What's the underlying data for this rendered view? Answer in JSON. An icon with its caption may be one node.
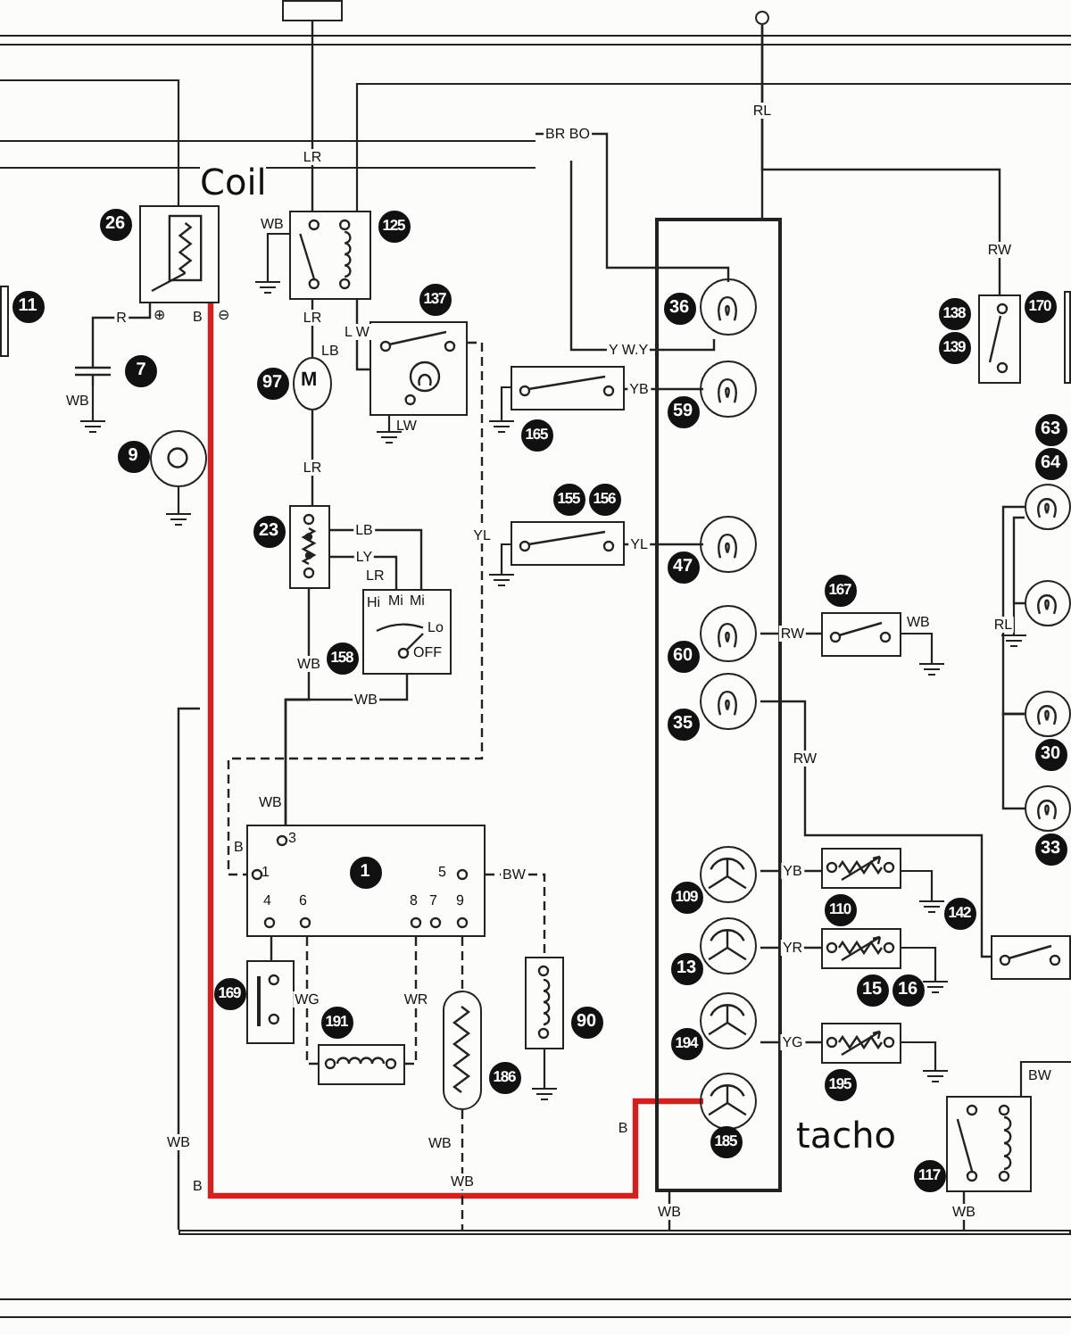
{
  "diagram": {
    "nodes": [
      {
        "text": [
          "26"
        ],
        "beside": [
          "Coil"
        ]
      },
      {
        "text": [
          "11"
        ]
      },
      {
        "text": [
          "7"
        ]
      },
      {
        "text": [
          "9"
        ]
      },
      {
        "text": [
          "125"
        ]
      },
      {
        "text": [
          "97",
          "M"
        ]
      },
      {
        "text": [
          "137"
        ],
        "beside": [
          "LW"
        ]
      },
      {
        "text": [
          "23"
        ]
      },
      {
        "text": [
          "158",
          "Hi",
          "Mi",
          "Mi",
          "Lo",
          "OFF"
        ]
      },
      {
        "text": [
          "1",
          "3",
          "1",
          "4",
          "6",
          "8",
          "7",
          "9",
          "5"
        ]
      },
      {
        "text": [
          "169"
        ]
      },
      {
        "text": [
          "191"
        ]
      },
      {
        "text": [
          "186"
        ]
      },
      {
        "text": [
          "90"
        ]
      },
      {
        "text": [],
        "shape": "box"
      },
      {
        "text": [
          "36"
        ],
        "in": 14
      },
      {
        "text": [
          "59"
        ],
        "in": 14
      },
      {
        "text": [
          "47"
        ],
        "in": 14
      },
      {
        "text": [
          "60"
        ],
        "in": 14
      },
      {
        "text": [
          "35"
        ],
        "in": 14
      },
      {
        "text": [
          "109"
        ],
        "in": 14
      },
      {
        "text": [
          "13"
        ],
        "in": 14
      },
      {
        "text": [
          "194"
        ],
        "in": 14
      },
      {
        "text": [
          "185"
        ],
        "in": 14,
        "beside": [
          "tacho"
        ]
      },
      {
        "text": [
          "165"
        ]
      },
      {
        "text": [
          "155",
          "156"
        ]
      },
      {
        "text": [
          "167"
        ],
        "beside": [
          "WB"
        ]
      },
      {
        "text": [
          "110"
        ]
      },
      {
        "text": [
          "15",
          "16"
        ]
      },
      {
        "text": [
          "195"
        ]
      },
      {
        "text": [
          "138",
          "139"
        ]
      },
      {
        "text": [
          "170"
        ]
      },
      {
        "text": [
          "63",
          "64"
        ]
      },
      {
        "text": [],
        "shape": "circle"
      },
      {
        "text": [
          "30"
        ]
      },
      {
        "text": [
          "33"
        ]
      },
      {
        "text": [
          "142"
        ]
      },
      {
        "text": [
          "117"
        ]
      },
      {
        "text": [],
        "shape": "box"
      },
      {
        "text": [],
        "shape": "circle"
      },
      {
        "text": [],
        "shape": "bar"
      }
    ],
    "edges": [
      {
        "from": 38,
        "to": 4,
        "arrow": "none",
        "label": "LR"
      },
      {
        "from": 4,
        "to": 5,
        "arrow": "none",
        "label": "LR"
      },
      {
        "from": 4,
        "to": 6,
        "arrow": "none",
        "label": "L W"
      },
      {
        "from": 5,
        "to": 7,
        "arrow": "none",
        "label": "LR"
      },
      {
        "from": 7,
        "to": 8,
        "arrow": "none",
        "label": "LB"
      },
      {
        "from": 7,
        "to": 8,
        "arrow": "none",
        "label": "LY"
      },
      {
        "from": 7,
        "to": 9,
        "arrow": "none",
        "label": "WB"
      },
      {
        "from": 8,
        "to": 9,
        "arrow": "none",
        "label": "WB"
      },
      {
        "from": 6,
        "to": 9,
        "arrow": "none",
        "label": "YL",
        "style": "dashed"
      },
      {
        "from": 0,
        "to": 23,
        "arrow": "none",
        "label": "B",
        "style": "thick",
        "color": "#d42020"
      },
      {
        "from": 9,
        "to": 10,
        "arrow": "none"
      },
      {
        "from": 9,
        "to": 11,
        "arrow": "none",
        "label": "WG",
        "style": "dashed"
      },
      {
        "from": 9,
        "to": 11,
        "arrow": "none",
        "label": "WR",
        "style": "dashed"
      },
      {
        "from": 9,
        "to": 12,
        "arrow": "none",
        "style": "dashed"
      },
      {
        "from": 9,
        "to": 13,
        "arrow": "none",
        "label": "BW",
        "style": "dashed"
      },
      {
        "from": 0,
        "to": 2,
        "arrow": "none",
        "label": "R"
      },
      {
        "from": 24,
        "to": 16,
        "arrow": "none",
        "label": "YB"
      },
      {
        "from": 25,
        "to": 17,
        "arrow": "none",
        "label": "YL"
      },
      {
        "from": 18,
        "to": 26,
        "arrow": "none",
        "label": "RW"
      },
      {
        "from": 19,
        "to": 36,
        "arrow": "none",
        "label": "RW"
      },
      {
        "from": 20,
        "to": 27,
        "arrow": "none",
        "label": "YB"
      },
      {
        "from": 21,
        "to": 28,
        "arrow": "none",
        "label": "YR"
      },
      {
        "from": 22,
        "to": 29,
        "arrow": "none",
        "label": "YG"
      },
      {
        "from": 39,
        "to": 14,
        "arrow": "none",
        "label": "RL"
      },
      {
        "from": 39,
        "to": 30,
        "arrow": "none",
        "label": "RW"
      },
      {
        "from": 32,
        "to": 34,
        "arrow": "none",
        "label": "RL"
      },
      {
        "from": 34,
        "to": 35,
        "arrow": "none"
      },
      {
        "from": 32,
        "to": 33,
        "arrow": "none"
      },
      {
        "from": null,
        "to": 15,
        "arrow": "none",
        "label": "BR BO"
      },
      {
        "from": null,
        "to": 15,
        "arrow": "none",
        "label": "Y W.Y"
      },
      {
        "from": 12,
        "to": 40,
        "arrow": "none",
        "label": "WB",
        "style": "dashed"
      },
      {
        "from": 14,
        "to": 40,
        "arrow": "none",
        "label": "WB"
      },
      {
        "from": 37,
        "to": 40,
        "arrow": "none",
        "label": "WB"
      },
      {
        "from": null,
        "to": 40,
        "arrow": "none",
        "label": "WB"
      }
    ],
    "labels": [
      "WB",
      "⊕",
      "B",
      "⊖",
      "LB",
      "WB",
      "LR",
      "WB",
      "B",
      "BW",
      "WB",
      "B"
    ]
  }
}
